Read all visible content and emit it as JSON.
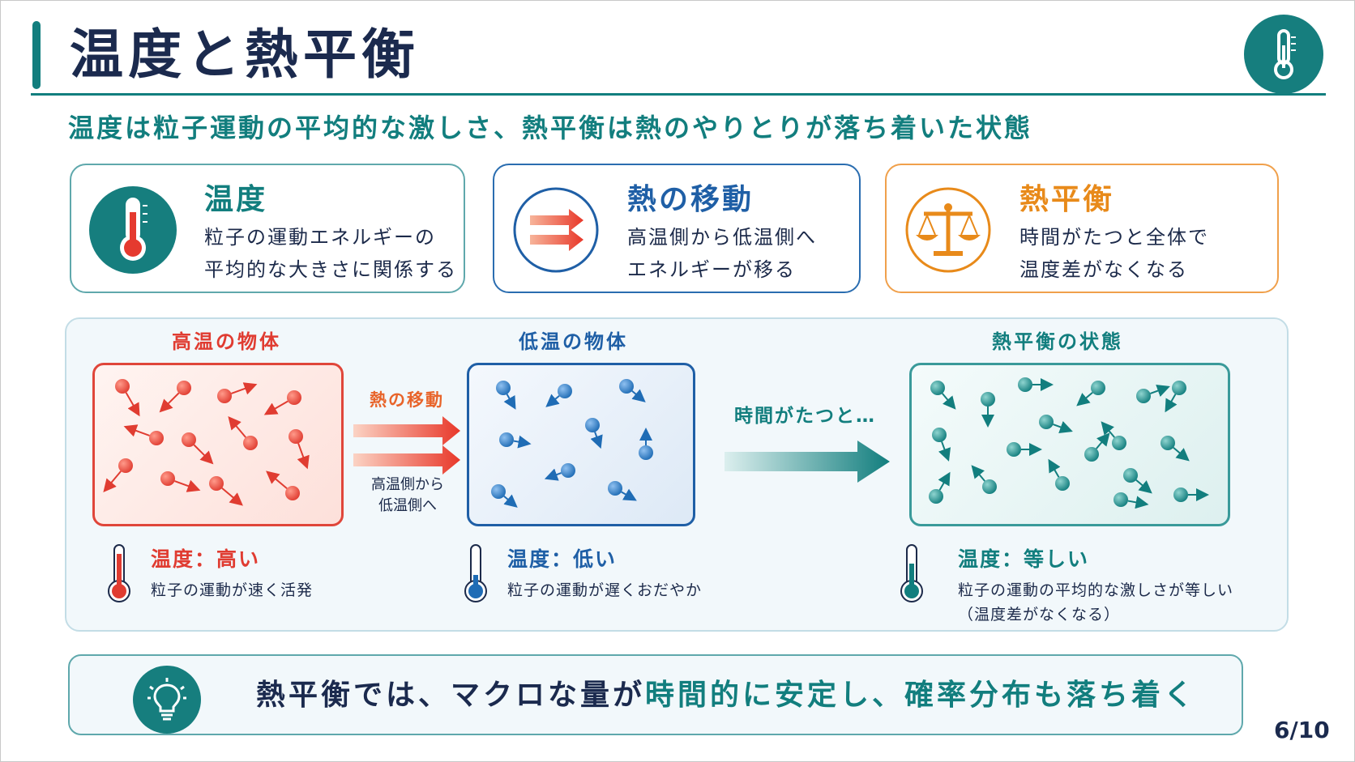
{
  "header": {
    "title": "温度と熱平衡"
  },
  "subtitle": "温度は粒子運動の平均的な激しさ、熱平衡は熱のやりとりが落ち着いた状態",
  "cards": [
    {
      "title": "温度",
      "line1": "粒子の運動エネルギーの",
      "line2": "平均的な大きさに関係する",
      "color": "#127e7e",
      "icon": "thermometer-icon"
    },
    {
      "title": "熱の移動",
      "line1": "高温側から低温側へ",
      "line2": "エネルギーが移る",
      "color": "#1f5fa6",
      "icon": "heat-flow-icon"
    },
    {
      "title": "熱平衡",
      "line1": "時間がたつと全体で",
      "line2": "温度差がなくなる",
      "color": "#e88a1a",
      "icon": "balance-scale-icon"
    }
  ],
  "diagram": {
    "hot": {
      "label": "高温の物体",
      "temp_label": "温度：高い",
      "desc": "粒子の運動が速く活発",
      "color": "#e03c31"
    },
    "heat_transfer": {
      "label": "熱の移動",
      "line1": "高温側から",
      "line2": "低温側へ"
    },
    "cold": {
      "label": "低温の物体",
      "temp_label": "温度：低い",
      "desc": "粒子の運動が遅くおだやか",
      "color": "#1f6cb5"
    },
    "time_label": "時間がたつと…",
    "eq": {
      "label": "熱平衡の状態",
      "temp_label": "温度：等しい",
      "desc1": "粒子の運動の平均的な激しさが等しい",
      "desc2": "（温度差がなくなる）",
      "color": "#127e7e"
    }
  },
  "bottom": {
    "part1": "熱平衡では、マクロな量が",
    "part2": "時間的に安定し、",
    "part3": "確率分布も落ち着く"
  },
  "page": "6/10"
}
